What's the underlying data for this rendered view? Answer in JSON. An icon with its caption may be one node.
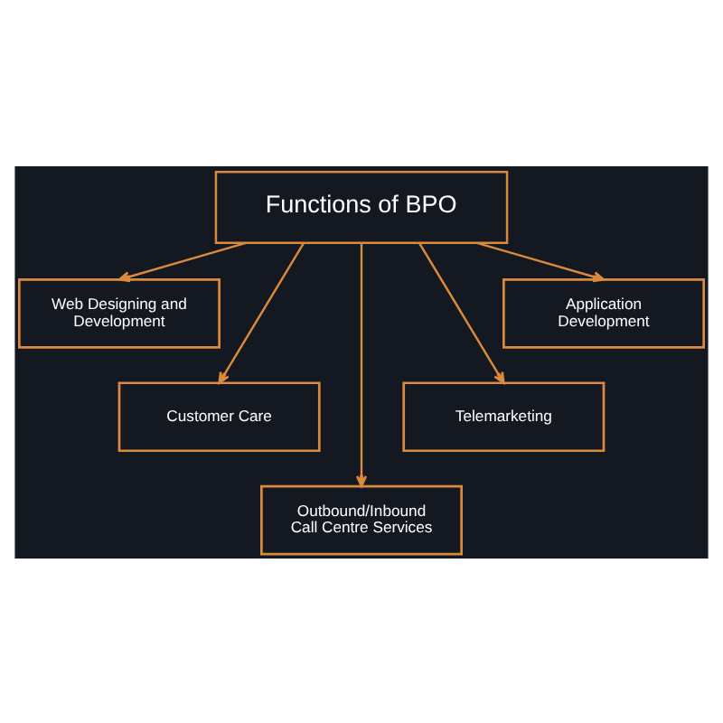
{
  "diagram": {
    "nodes": [
      {
        "text": [
          "Functions of BPO"
        ]
      },
      {
        "text": [
          "Web Designing and Development"
        ]
      },
      {
        "text": [
          "Application Development"
        ]
      },
      {
        "text": [
          "Customer Care"
        ]
      },
      {
        "text": [
          "Telemarketing"
        ]
      },
      {
        "text": [
          "Outbound/Inbound Call Centre Services"
        ]
      }
    ],
    "edges": [
      {
        "from": 0,
        "to": 1,
        "arrow": "to"
      },
      {
        "from": 0,
        "to": 2,
        "arrow": "to"
      },
      {
        "from": 0,
        "to": 3,
        "arrow": "to"
      },
      {
        "from": 0,
        "to": 4,
        "arrow": "to"
      },
      {
        "from": 0,
        "to": 5,
        "arrow": "to"
      }
    ]
  }
}
